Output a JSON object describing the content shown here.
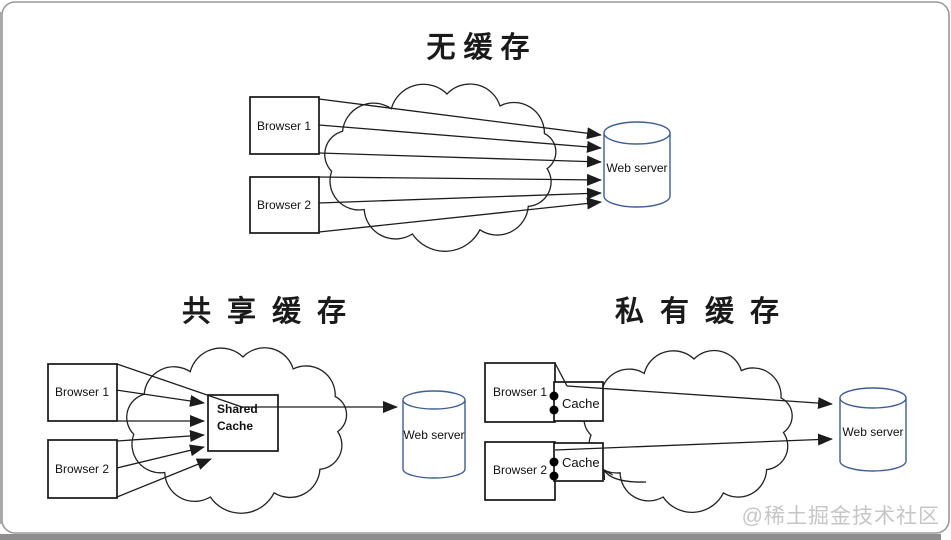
{
  "sections": {
    "no_cache": {
      "title": "无缓存",
      "browser1": "Browser 1",
      "browser2": "Browser 2",
      "web_server": "Web server"
    },
    "shared_cache": {
      "title": "共享缓存",
      "browser1": "Browser 1",
      "browser2": "Browser 2",
      "cache_line1": "Shared",
      "cache_line2": "Cache",
      "web_server": "Web server"
    },
    "private_cache": {
      "title": "私有缓存",
      "browser1": "Browser 1",
      "browser2": "Browser 2",
      "cache1": "Cache",
      "cache2": "Cache",
      "web_server": "Web server"
    }
  },
  "watermark": "@稀土掘金技术社区",
  "colors": {
    "line": "#1c1c1c",
    "box_stroke": "#161616",
    "cylinder_stroke": "#3f5e92",
    "dot": "#000000",
    "frame_border": "#9a9a9a",
    "bottom_strip": "#8d8d8d",
    "left_strip": "#a8a8a8",
    "watermark": "#c6c6c6"
  }
}
